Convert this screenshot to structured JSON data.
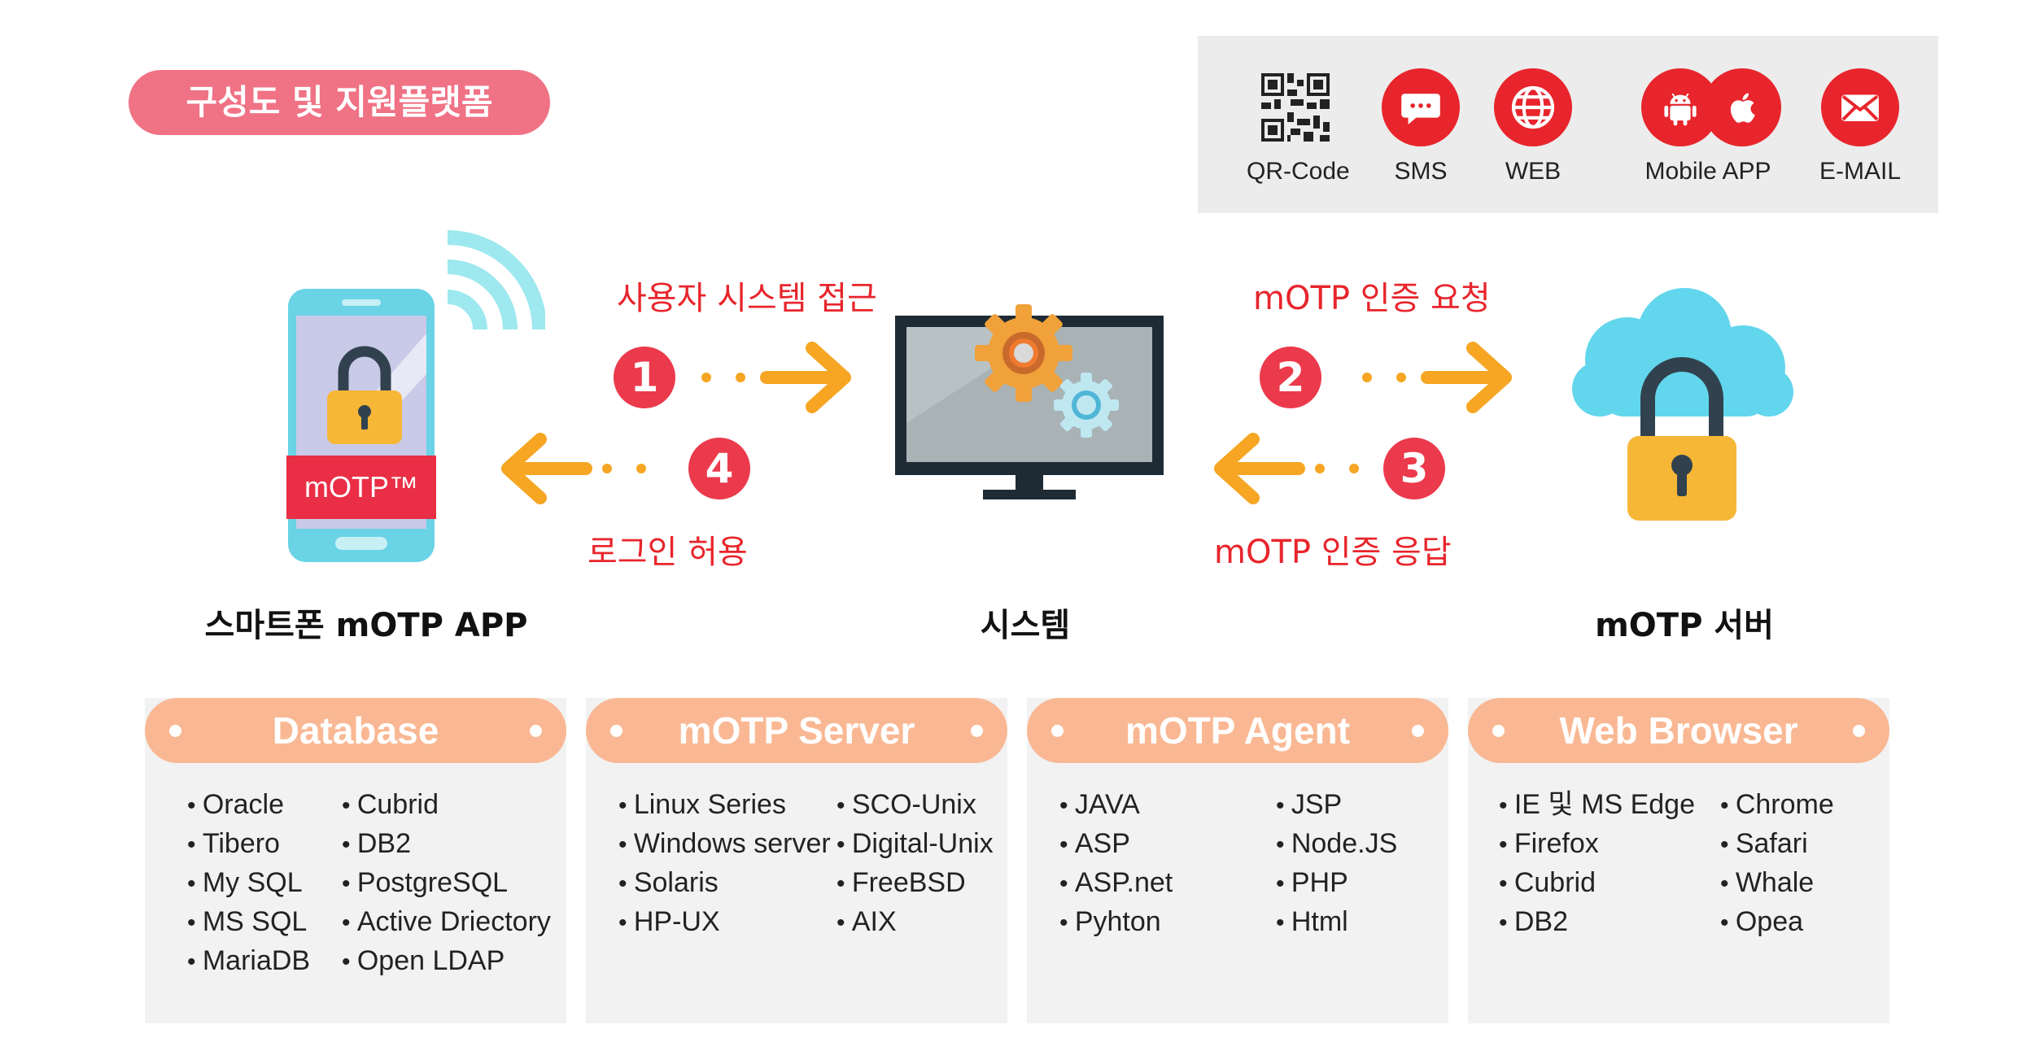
{
  "title": "구성도 및 지원플랫폼",
  "channels": [
    {
      "label": "QR-Code",
      "icon": "qr-code-icon"
    },
    {
      "label": "SMS",
      "icon": "chat-bubble-icon"
    },
    {
      "label": "WEB",
      "icon": "globe-icon"
    },
    {
      "label": "Mobile APP",
      "icon": "android-apple-icon"
    },
    {
      "label": "E-MAIL",
      "icon": "envelope-icon"
    }
  ],
  "flow": {
    "step1": {
      "number": "1",
      "text": "사용자 시스템 접근"
    },
    "step2": {
      "number": "2",
      "text": "mOTP 인증 요청"
    },
    "step3": {
      "number": "3",
      "text": "mOTP 인증 응답"
    },
    "step4": {
      "number": "4",
      "text": "로그인 허용"
    }
  },
  "nodes": {
    "phone": {
      "label": "스마트폰 mOTP APP",
      "badge": "mOTP™"
    },
    "system": {
      "label": "시스템"
    },
    "server": {
      "label": "mOTP 서버"
    }
  },
  "panels": [
    {
      "title": "Database",
      "left": [
        "Oracle",
        "Tibero",
        "My SQL",
        "MS SQL",
        "MariaDB"
      ],
      "right": [
        "Cubrid",
        "DB2",
        "PostgreSQL",
        "Active Driectory",
        "Open LDAP"
      ]
    },
    {
      "title": "mOTP Server",
      "left": [
        "Linux Series",
        "Windows server",
        "Solaris",
        "HP-UX"
      ],
      "right": [
        "SCO-Unix",
        "Digital-Unix",
        "FreeBSD",
        "AIX"
      ]
    },
    {
      "title": "mOTP Agent",
      "left": [
        "JAVA",
        "ASP",
        "ASP.net",
        "Pyhton"
      ],
      "right": [
        "JSP",
        "Node.JS",
        "PHP",
        "Html"
      ]
    },
    {
      "title": "Web Browser",
      "left": [
        "IE 및 MS Edge",
        "Firefox",
        "Cubrid",
        "DB2"
      ],
      "right": [
        "Chrome",
        "Safari",
        "Whale",
        "Opea"
      ]
    }
  ],
  "colors": {
    "accent_red": "#e8252c",
    "arrow_orange": "#f6a623",
    "pill_pink": "#f07285",
    "panel_peach": "#f9b893"
  }
}
